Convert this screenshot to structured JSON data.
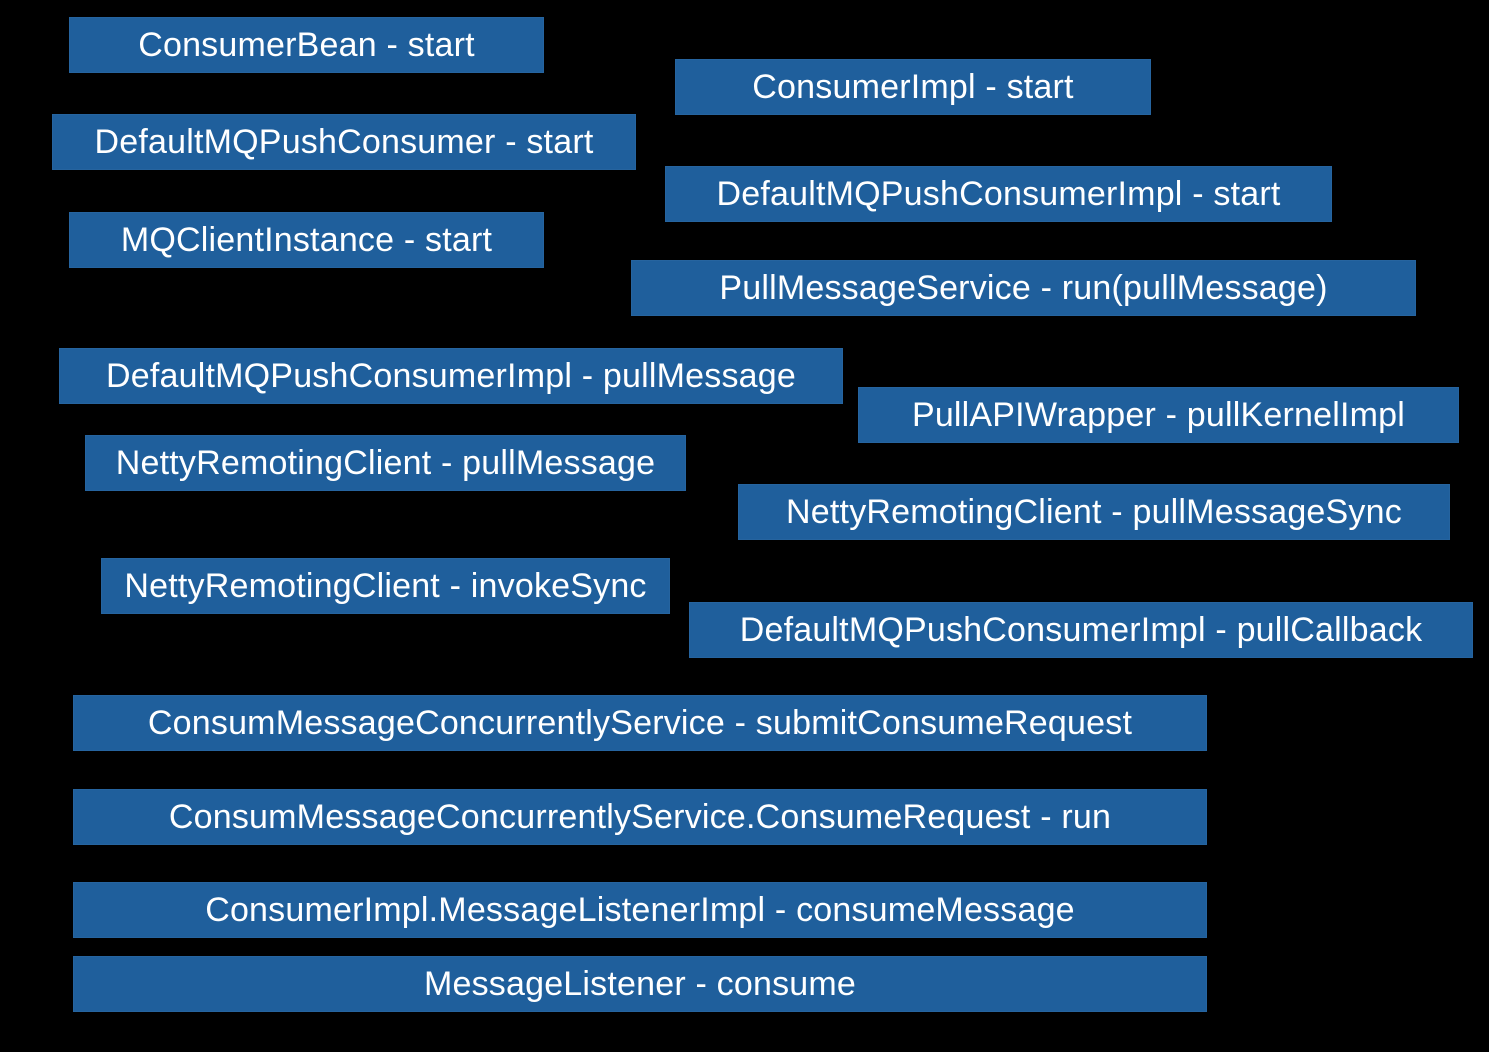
{
  "colors": {
    "background": "#000000",
    "box_fill": "#1f5f9c",
    "text": "#ffffff"
  },
  "boxes": [
    "ConsumerBean - start",
    "ConsumerImpl - start",
    "DefaultMQPushConsumer - start",
    "DefaultMQPushConsumerImpl - start",
    "MQClientInstance - start",
    "PullMessageService - run(pullMessage)",
    "DefaultMQPushConsumerImpl - pullMessage",
    "PullAPIWrapper - pullKernelImpl",
    "NettyRemotingClient - pullMessage",
    "NettyRemotingClient - pullMessageSync",
    "NettyRemotingClient - invokeSync",
    "DefaultMQPushConsumerImpl - pullCallback",
    "ConsumMessageConcurrentlyService - submitConsumeRequest",
    "ConsumMessageConcurrentlyService.ConsumeRequest - run",
    "ConsumerImpl.MessageListenerImpl - consumeMessage",
    "MessageListener - consume"
  ]
}
